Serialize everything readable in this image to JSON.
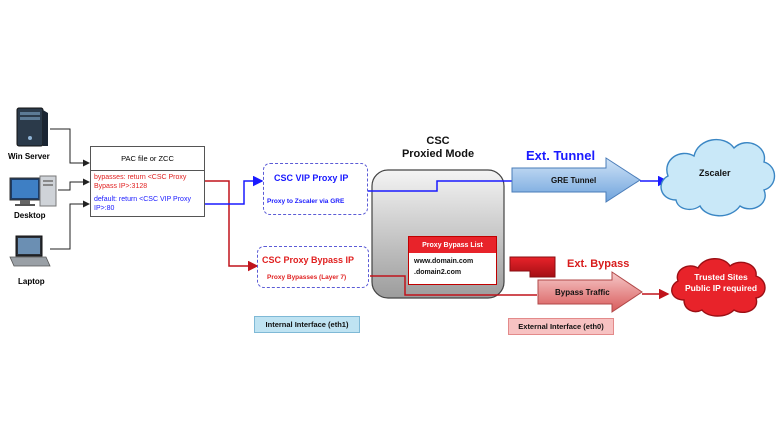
{
  "devices": {
    "win_server": "Win Server",
    "desktop": "Desktop",
    "laptop": "Laptop"
  },
  "pac": {
    "title": "PAC file or ZCC",
    "bypass_line": "bypasses: return <CSC Proxy Bypass IP>:3128",
    "default_line": "default: return <CSC VIP Proxy IP>:80"
  },
  "vip_proxy": {
    "title": "CSC VIP Proxy IP",
    "subtitle": "Proxy to Zscaler via GRE"
  },
  "bypass_proxy": {
    "title": "CSC Proxy Bypass IP",
    "subtitle": "Proxy Bypasses (Layer 7)"
  },
  "csc": {
    "title_line1": "CSC",
    "title_line2": "Proxied Mode"
  },
  "bypass_list": {
    "header": "Proxy Bypass List",
    "entries": [
      "www.domain.com",
      ".domain2.com"
    ]
  },
  "ext_tunnel": {
    "label": "Ext. Tunnel",
    "arrow_text": "GRE Tunnel"
  },
  "ext_bypass": {
    "label": "Ext. Bypass",
    "arrow_text": "Bypass Traffic"
  },
  "zscaler": {
    "label": "Zscaler"
  },
  "trusted": {
    "line1": "Trusted Sites",
    "line2": "Public IP required"
  },
  "interfaces": {
    "internal": "Internal Interface (eth1)",
    "external": "External Interface (eth0)"
  },
  "colors": {
    "blue_flow": "#1a1aff",
    "red_flow": "#e02020",
    "tunnel_arrow": "#7fb2e8",
    "bypass_arrow": "#e06a6a",
    "zscaler_cloud": "#bfe3f7",
    "trusted_cloud": "#e8232a"
  }
}
